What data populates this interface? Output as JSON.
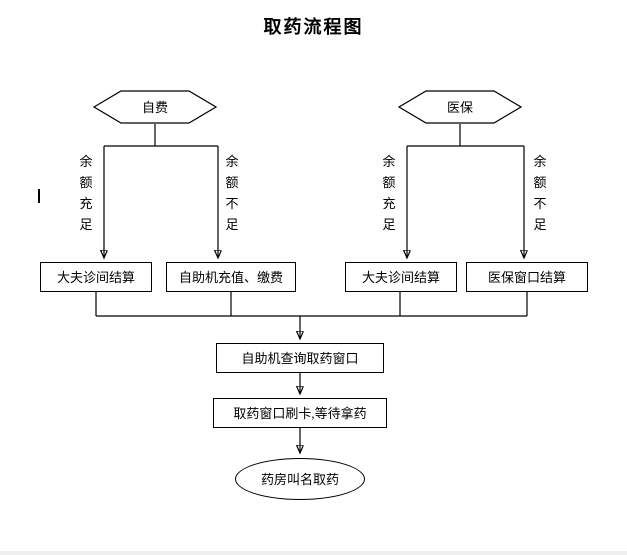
{
  "title": "取药流程图",
  "nodes": {
    "self_pay": {
      "label": "自费"
    },
    "insurance": {
      "label": "医保"
    },
    "doctor_settle_left": {
      "label": "大夫诊间结算"
    },
    "kiosk_pay": {
      "label": "自助机充值、缴费"
    },
    "doctor_settle_right": {
      "label": "大夫诊间结算"
    },
    "insurance_window": {
      "label": "医保窗口结算"
    },
    "kiosk_query": {
      "label": "自助机查询取药窗口"
    },
    "swipe_wait": {
      "label": "取药窗口刷卡,等待拿药"
    },
    "pharmacy_call": {
      "label": "药房叫名取药"
    }
  },
  "branch_labels": {
    "left_sufficient": "余额充足",
    "left_insufficient": "余额不足",
    "right_sufficient": "余额充足",
    "right_insufficient": "余额不足"
  },
  "colors": {
    "line": "#000000",
    "background": "#ffffff"
  }
}
